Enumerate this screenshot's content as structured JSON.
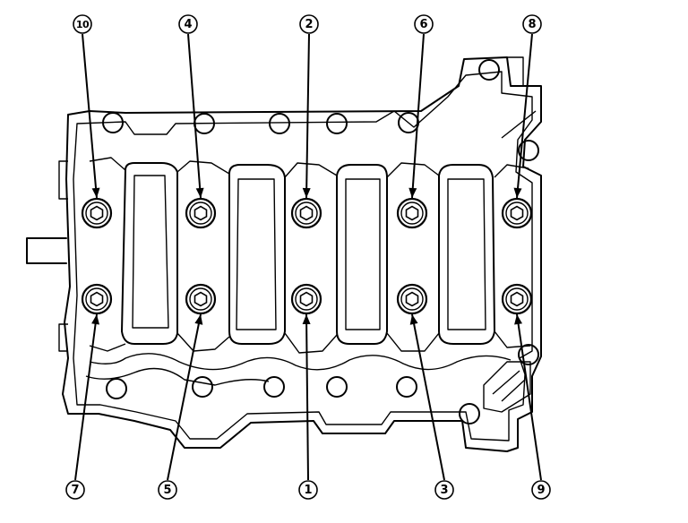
{
  "bolts": [
    {
      "label": "10",
      "col": 0,
      "row": "top",
      "callout": "top"
    },
    {
      "label": "4",
      "col": 1,
      "row": "top",
      "callout": "top"
    },
    {
      "label": "2",
      "col": 2,
      "row": "top",
      "callout": "top"
    },
    {
      "label": "6",
      "col": 3,
      "row": "top",
      "callout": "top"
    },
    {
      "label": "8",
      "col": 4,
      "row": "top",
      "callout": "top"
    },
    {
      "label": "7",
      "col": 0,
      "row": "bottom",
      "callout": "bottom"
    },
    {
      "label": "5",
      "col": 1,
      "row": "bottom",
      "callout": "bottom"
    },
    {
      "label": "1",
      "col": 2,
      "row": "bottom",
      "callout": "bottom"
    },
    {
      "label": "3",
      "col": 3,
      "row": "bottom",
      "callout": "bottom"
    },
    {
      "label": "9",
      "col": 4,
      "row": "bottom",
      "callout": "bottom"
    }
  ],
  "colors": {
    "ink": "#000000",
    "background": "#ffffff"
  },
  "icons": {
    "bolt": "hex-socket-bolt-icon"
  }
}
